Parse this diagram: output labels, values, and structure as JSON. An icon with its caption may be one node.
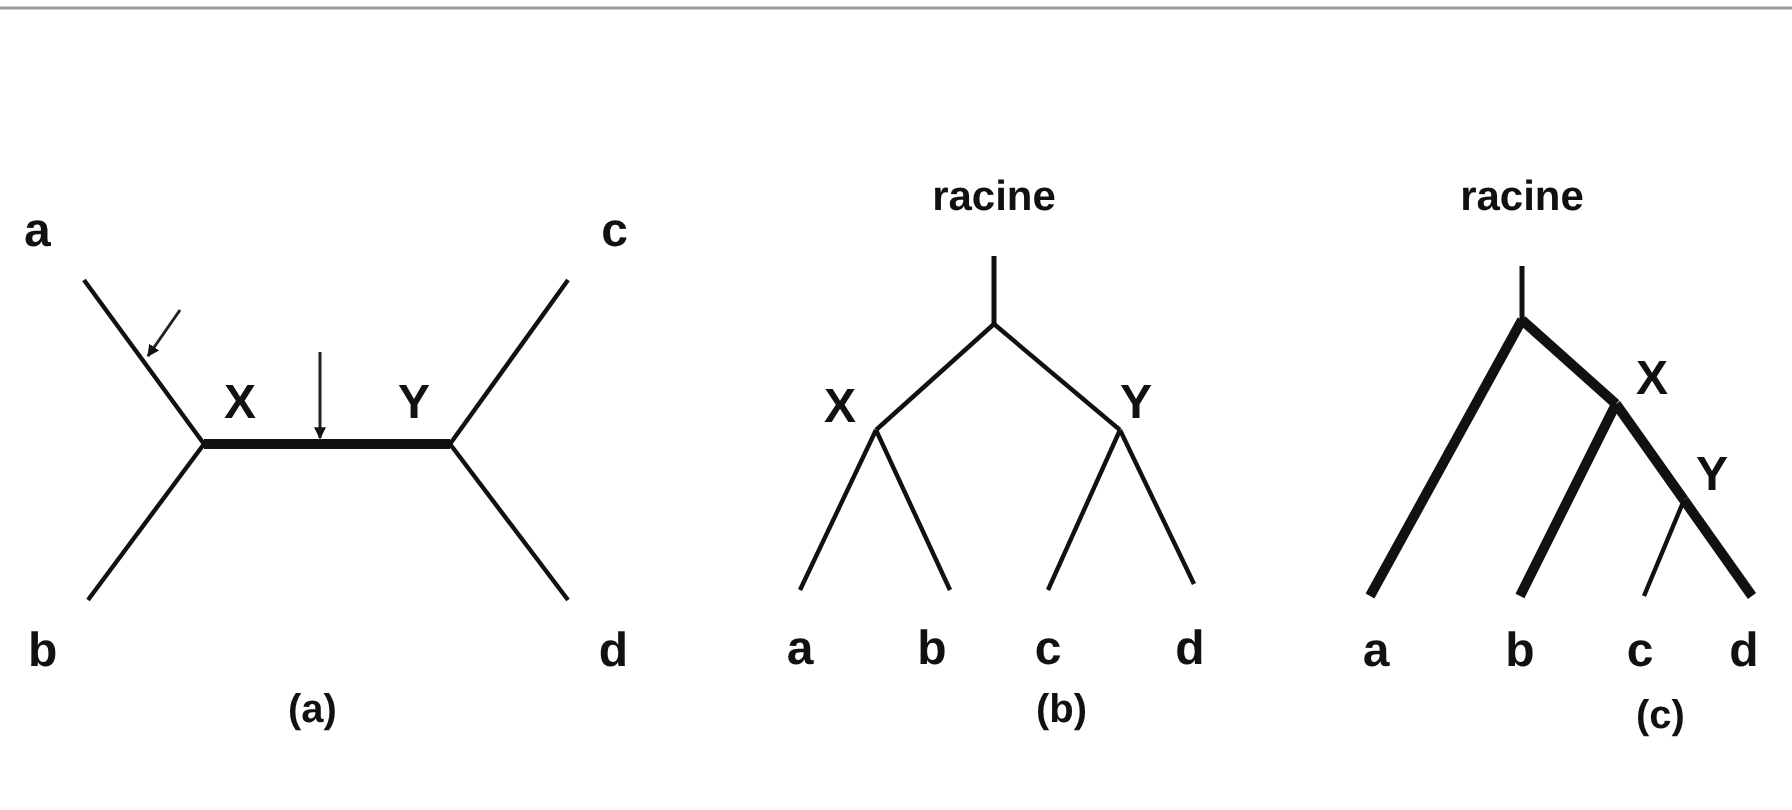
{
  "diagram": {
    "nodes": [
      {
        "text": [
          "a"
        ]
      },
      {
        "text": [
          "X"
        ]
      },
      {
        "text": [
          "Y"
        ]
      },
      {
        "text": [
          "c"
        ]
      },
      {
        "text": [
          "b"
        ]
      },
      {
        "text": [
          "d"
        ]
      },
      {
        "text": [
          "racine"
        ]
      },
      {
        "text": [
          "X"
        ]
      },
      {
        "text": [
          "Y"
        ]
      },
      {
        "text": [
          "a"
        ]
      },
      {
        "text": [
          "b"
        ]
      },
      {
        "text": [
          "c"
        ]
      },
      {
        "text": [
          "d"
        ]
      },
      {
        "text": [
          "racine"
        ]
      },
      {
        "text": [
          "X"
        ]
      },
      {
        "text": [
          "Y"
        ]
      },
      {
        "text": [
          "a"
        ]
      },
      {
        "text": [
          "b"
        ]
      },
      {
        "text": [
          "c"
        ]
      },
      {
        "text": [
          "d"
        ]
      }
    ],
    "edges": [
      {
        "from": 0,
        "to": 1,
        "arrow": "none"
      },
      {
        "from": 4,
        "to": 1,
        "arrow": "none"
      },
      {
        "from": 1,
        "to": 2,
        "arrow": "none",
        "style": "thick"
      },
      {
        "from": 2,
        "to": 3,
        "arrow": "none"
      },
      {
        "from": 2,
        "to": 5,
        "arrow": "none"
      },
      {
        "from": 6,
        "to": 7,
        "arrow": "none"
      },
      {
        "from": 6,
        "to": 8,
        "arrow": "none"
      },
      {
        "from": 7,
        "to": 9,
        "arrow": "none"
      },
      {
        "from": 7,
        "to": 10,
        "arrow": "none"
      },
      {
        "from": 8,
        "to": 11,
        "arrow": "none"
      },
      {
        "from": 8,
        "to": 12,
        "arrow": "none"
      },
      {
        "from": 13,
        "to": 16,
        "arrow": "none",
        "style": "thick"
      },
      {
        "from": 13,
        "to": 14,
        "arrow": "none",
        "style": "thick"
      },
      {
        "from": 14,
        "to": 17,
        "arrow": "none",
        "style": "thick"
      },
      {
        "from": 14,
        "to": 15,
        "arrow": "none",
        "style": "thick"
      },
      {
        "from": 15,
        "to": 18,
        "arrow": "none"
      },
      {
        "from": 15,
        "to": 19,
        "arrow": "none",
        "style": "thick"
      }
    ],
    "labels": [
      "(a)",
      "(b)",
      "(c)"
    ]
  }
}
